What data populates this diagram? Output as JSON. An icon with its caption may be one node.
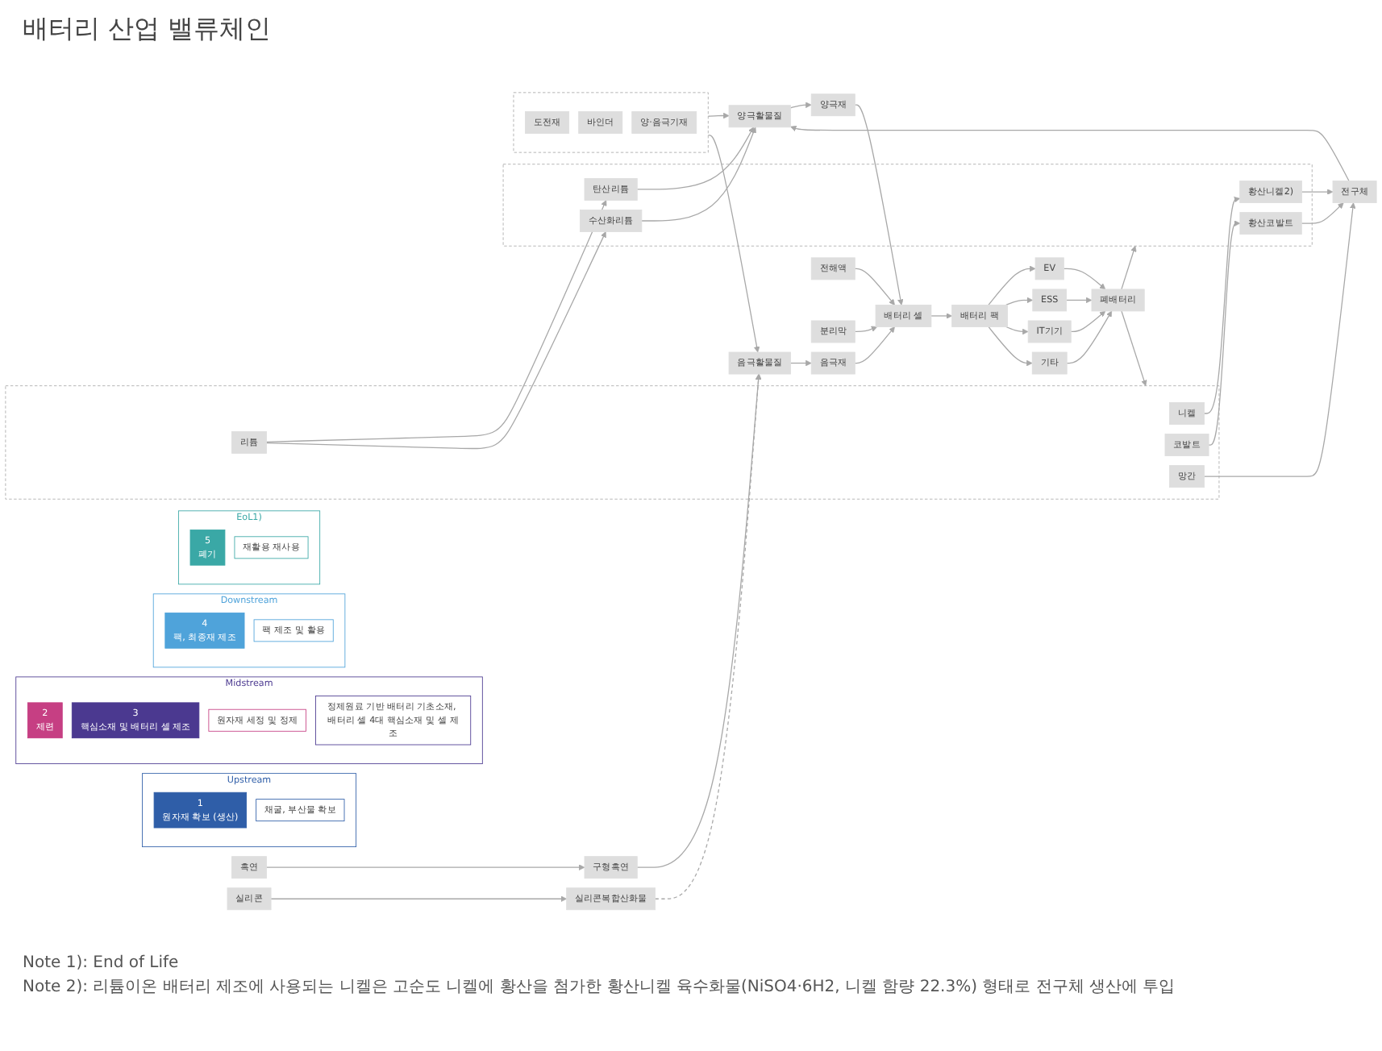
{
  "diagram": {
    "title": "배터리 산업 밸류체인",
    "nodes": [
      {
        "text": [
          "Upstream"
        ]
      },
      {
        "text": [
          "1",
          "원자재 확보 (생산)"
        ],
        "in": 0
      },
      {
        "text": [
          "Midstream"
        ]
      },
      {
        "text": [
          "2",
          "제련"
        ],
        "in": 2
      },
      {
        "text": [
          "3",
          "핵심소재 및 배터리 셀 제조"
        ],
        "in": 2
      },
      {
        "text": [
          "Downstream"
        ]
      },
      {
        "text": [
          "4",
          "팩, 최종재 제조"
        ],
        "in": 5
      },
      {
        "text": [
          "EoL1)"
        ]
      },
      {
        "text": [
          "5",
          "폐기"
        ],
        "in": 7
      },
      {
        "text": [],
        "shape": "box"
      },
      {
        "text": [
          "니켈"
        ],
        "in": 9
      },
      {
        "text": [
          "코발트"
        ],
        "in": 9
      },
      {
        "text": [
          "망간"
        ],
        "in": 9
      },
      {
        "text": [
          "리튬"
        ],
        "in": 9
      },
      {
        "text": [],
        "shape": "box"
      },
      {
        "text": [
          "황산니켈2)"
        ],
        "in": 14
      },
      {
        "text": [
          "황산코발트"
        ],
        "in": 14
      },
      {
        "text": [
          "탄산리튬"
        ],
        "in": 14
      },
      {
        "text": [
          "수산화리튬"
        ],
        "in": 14
      },
      {
        "text": [
          "흑연"
        ]
      },
      {
        "text": [
          "실리콘"
        ]
      },
      {
        "text": [
          "구형흑연"
        ]
      },
      {
        "text": [
          "실리콘복합산화물"
        ]
      },
      {
        "text": [
          "전구체"
        ]
      },
      {
        "text": [
          "양극활물질"
        ]
      },
      {
        "text": [],
        "shape": "box"
      },
      {
        "text": [
          "도전재"
        ],
        "in": 25
      },
      {
        "text": [
          "바인더"
        ],
        "in": 25
      },
      {
        "text": [
          "양·음극기재"
        ],
        "in": 25
      },
      {
        "text": [
          "음극활물질"
        ]
      },
      {
        "text": [
          "양극재"
        ]
      },
      {
        "text": [
          "음극재"
        ]
      },
      {
        "text": [
          "전해액"
        ]
      },
      {
        "text": [
          "분리막"
        ]
      },
      {
        "text": [
          "배터리 셀"
        ]
      },
      {
        "text": [
          "배터리 팩"
        ]
      },
      {
        "text": [
          "EV"
        ]
      },
      {
        "text": [
          "ESS"
        ]
      },
      {
        "text": [
          "IT기기"
        ]
      },
      {
        "text": [
          "기타"
        ]
      },
      {
        "text": [
          "폐배터리"
        ]
      },
      {
        "text": [
          "채굴, 부산물 확보"
        ],
        "in": 0
      },
      {
        "text": [
          "원자재 세정 및 정제"
        ],
        "in": 2
      },
      {
        "text": [
          "정제원료 기반 배터리 기초소재, 배터리 셀 4대 핵심소재 및 셀 제조"
        ],
        "in": 2
      },
      {
        "text": [
          "팩 제조 및 활용"
        ],
        "in": 5
      },
      {
        "text": [
          "재활용 재사용"
        ],
        "in": 7
      }
    ],
    "edges": [
      {
        "from": 40,
        "to": 9,
        "arrow": "to"
      },
      {
        "from": 40,
        "to": 14,
        "arrow": "to"
      },
      {
        "from": 10,
        "to": 15,
        "arrow": "to"
      },
      {
        "from": 11,
        "to": 16,
        "arrow": "to"
      },
      {
        "from": 13,
        "to": 17,
        "arrow": "to"
      },
      {
        "from": 13,
        "to": 18,
        "arrow": "to"
      },
      {
        "from": 19,
        "to": 21,
        "arrow": "to"
      },
      {
        "from": 20,
        "to": 22,
        "arrow": "to"
      },
      {
        "from": 15,
        "to": 23,
        "arrow": "to"
      },
      {
        "from": 16,
        "to": 23,
        "arrow": "to"
      },
      {
        "from": 12,
        "to": 23,
        "arrow": "to"
      },
      {
        "from": 23,
        "to": 24,
        "arrow": "to"
      },
      {
        "from": 17,
        "to": 24,
        "arrow": "to"
      },
      {
        "from": 18,
        "to": 24,
        "arrow": "to"
      },
      {
        "from": 25,
        "to": 24,
        "arrow": "to"
      },
      {
        "from": 25,
        "to": 29,
        "arrow": "to"
      },
      {
        "from": 21,
        "to": 29,
        "arrow": "to"
      },
      {
        "from": 22,
        "to": 29,
        "arrow": "to",
        "style": "dashed"
      },
      {
        "from": 24,
        "to": 30,
        "arrow": "to"
      },
      {
        "from": 29,
        "to": 31,
        "arrow": "to"
      },
      {
        "from": 30,
        "to": 34,
        "arrow": "to"
      },
      {
        "from": 31,
        "to": 34,
        "arrow": "to"
      },
      {
        "from": 32,
        "to": 34,
        "arrow": "to"
      },
      {
        "from": 33,
        "to": 34,
        "arrow": "to"
      },
      {
        "from": 34,
        "to": 35,
        "arrow": "to"
      },
      {
        "from": 35,
        "to": 36,
        "arrow": "to"
      },
      {
        "from": 35,
        "to": 37,
        "arrow": "to"
      },
      {
        "from": 35,
        "to": 38,
        "arrow": "to"
      },
      {
        "from": 35,
        "to": 39,
        "arrow": "to"
      },
      {
        "from": 36,
        "to": 40,
        "arrow": "to"
      },
      {
        "from": 37,
        "to": 40,
        "arrow": "to"
      },
      {
        "from": 38,
        "to": 40,
        "arrow": "to"
      },
      {
        "from": 39,
        "to": 40,
        "arrow": "to"
      }
    ],
    "labels": [
      "Note 1): End of Life",
      "Note 2): 리튬이온 배터리 제조에 사용되는 니켈은 고순도 니켈에 황산을 첨가한 황산니켈 육수화물(NiSO4·6H2, 니켈 함량 22.3%) 형태로 전구체 생산에 투입"
    ]
  }
}
